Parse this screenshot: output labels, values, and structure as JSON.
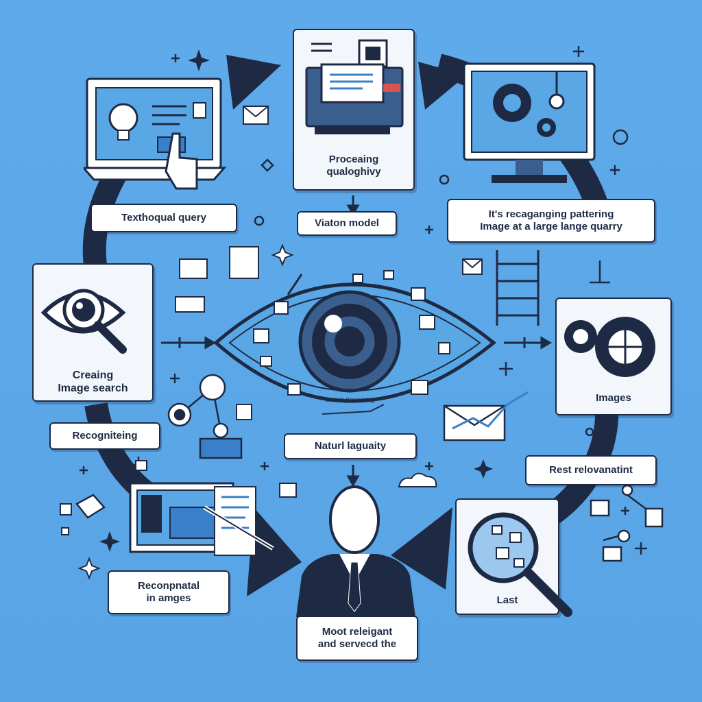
{
  "labels": {
    "text_query": "Texthoqual query",
    "vision_model": "Viaton model",
    "recognizing_pattern_line1": "It's recaganging pattering",
    "recognizing_pattern_line2": "Image at a large lange quarry",
    "recognizing": "Recogniteing",
    "natural_language": "Naturl laguaity",
    "rest_relevant": "Rest relovanatint"
  },
  "cards": {
    "processing_line1": "Proceaing",
    "processing_line2": "qualoghivy",
    "creating_line1": "Creaing",
    "creating_line2": "Image search",
    "images": "Images",
    "last": "Last",
    "recomputing_line1": "Reconpnatal",
    "recomputing_line2": "in amges",
    "most_relevant_line1": "Moot releigant",
    "most_relevant_line2": "and servecd the"
  },
  "eye_caption": "uacuo paooanig",
  "colors": {
    "background": "#5aa7e6",
    "navy": "#1e2a44",
    "accent_blue": "#3a7fc9",
    "card": "#f3f7fb"
  },
  "icons": [
    "monitor-hand-icon",
    "printer-device-icon",
    "gears-monitor-icon",
    "magnifier-eye-icon",
    "central-eye-icon",
    "gears-icon",
    "person-icon",
    "magnifier-icon",
    "document-monitor-icon",
    "chart-envelope-icon",
    "network-icon",
    "ladder-icon",
    "cloud-icon",
    "sparkle-icon"
  ]
}
